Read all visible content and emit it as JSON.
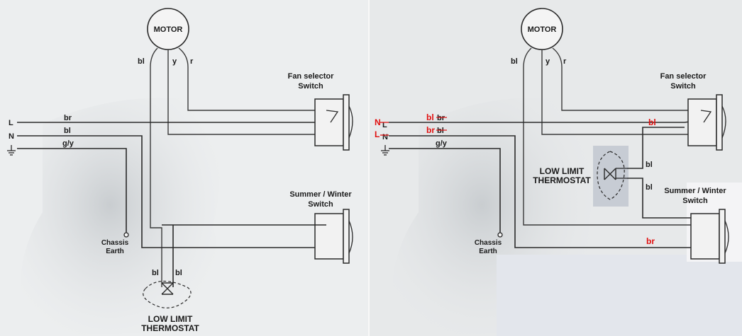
{
  "left": {
    "motor": "MOTOR",
    "motor_wires": {
      "bl": "bl",
      "y": "y",
      "r": "r"
    },
    "fan_switch": [
      "Fan selector",
      "Switch"
    ],
    "summer_switch": [
      "Summer / Winter",
      "Switch"
    ],
    "supply": {
      "L": "L",
      "N": "N"
    },
    "wire_labels": {
      "br": "br",
      "bl": "bl",
      "gy": "g/y"
    },
    "chassis": [
      "Chassis",
      "Earth"
    ],
    "thermostat_wires": {
      "a": "bl",
      "b": "bl"
    },
    "thermostat": [
      "LOW LIMIT",
      "THERMOSTAT"
    ]
  },
  "right": {
    "motor": "MOTOR",
    "motor_wires": {
      "bl": "bl",
      "y": "y",
      "r": "r"
    },
    "fan_switch": [
      "Fan selector",
      "Switch"
    ],
    "summer_switch": [
      "Summer / Winter",
      "Switch"
    ],
    "supply": {
      "L": "L",
      "N": "N",
      "N_new": "N",
      "L_new": "L"
    },
    "wire_labels": {
      "br": "br",
      "bl": "bl",
      "bl_new": "bl",
      "br_new": "br",
      "gy": "g/y"
    },
    "chassis": [
      "Chassis",
      "Earth"
    ],
    "thermostat": [
      "LOW LIMIT",
      "THERMOSTAT"
    ],
    "thermo_wires": {
      "a": "bl",
      "b": "bl"
    },
    "edits": {
      "fan_bl": "bl",
      "summer_br": "br"
    }
  },
  "colors": {
    "annotation": "#e01010",
    "wire": "#2a2a2a",
    "background": "#e9ebec"
  }
}
